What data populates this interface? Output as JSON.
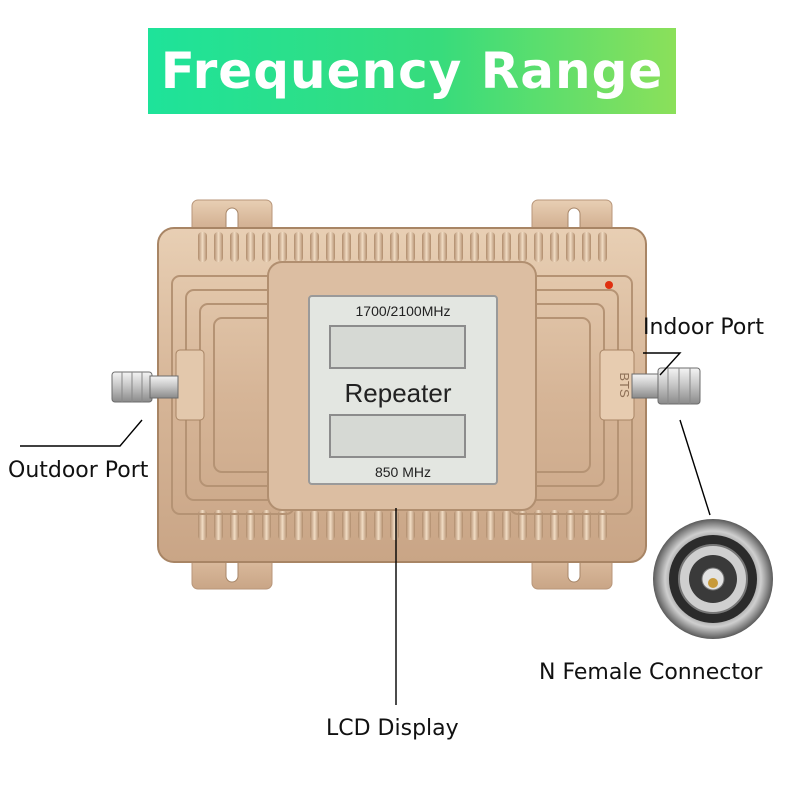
{
  "banner": {
    "title": "Frequency Range"
  },
  "lcd": {
    "top_band": "1700/2100MHz",
    "center": "Repeater",
    "bottom_band": "850 MHz"
  },
  "device": {
    "side_port_marking": "BTS"
  },
  "labels": {
    "indoor_port": "Indoor Port",
    "outdoor_port": "Outdoor Port",
    "connector": "N Female Connector",
    "lcd_display": "LCD Display"
  },
  "colors": {
    "banner_start": "#1ee39a",
    "banner_end": "#8be05a",
    "housing": "#d8b89a",
    "lcd": "#e3e6e1"
  }
}
